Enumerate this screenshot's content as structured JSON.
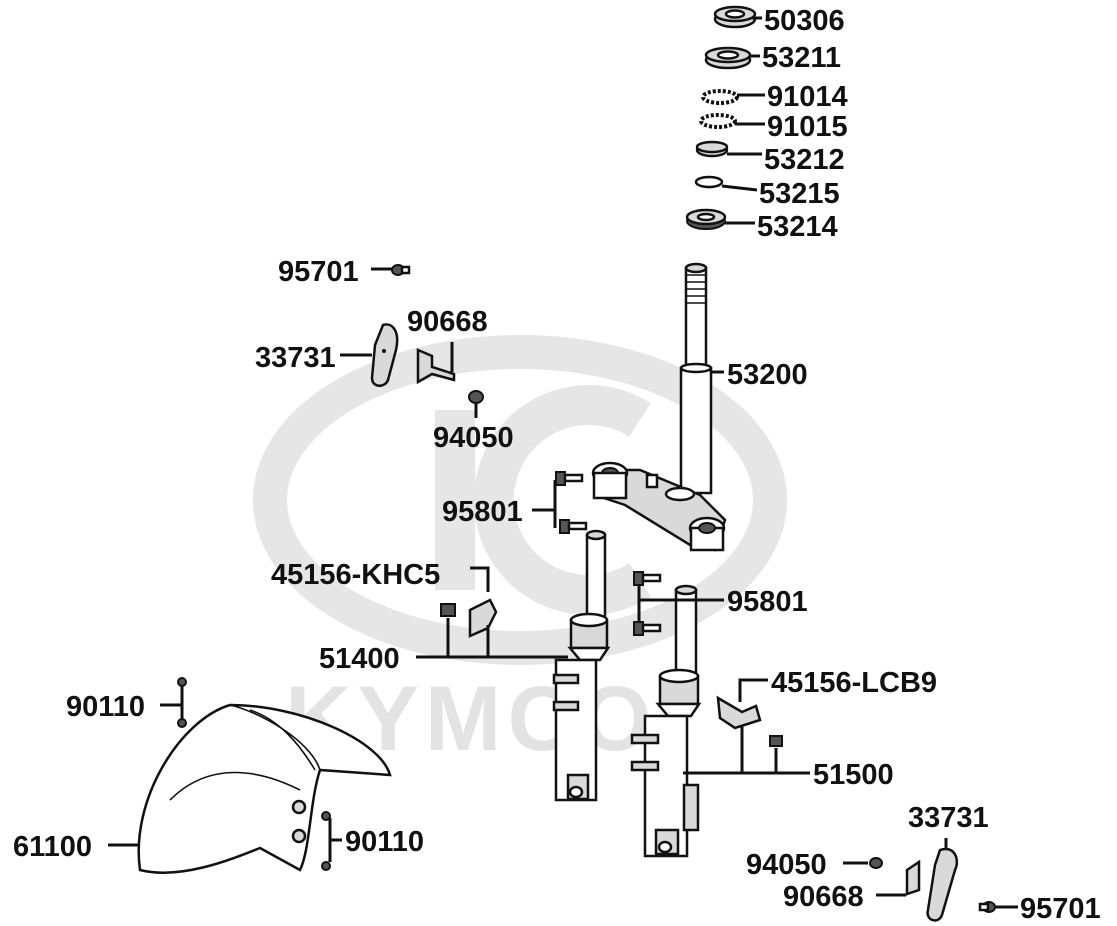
{
  "diagram": {
    "watermark": {
      "brand": "KYMCO"
    },
    "labels": {
      "p50306": "50306",
      "p53211": "53211",
      "p91014": "91014",
      "p91015": "91015",
      "p53212": "53212",
      "p53215": "53215",
      "p53214": "53214",
      "p95701a": "95701",
      "p90668a": "90668",
      "p33731a": "33731",
      "p53200": "53200",
      "p94050a": "94050",
      "p95801a": "95801",
      "p45156khc5": "45156-KHC5",
      "p95801b": "95801",
      "p51400": "51400",
      "p45156lcb9": "45156-LCB9",
      "p90110a": "90110",
      "p51500": "51500",
      "p33731b": "33731",
      "p61100": "61100",
      "p90110b": "90110",
      "p94050b": "94050",
      "p90668b": "90668",
      "p95701b": "95701"
    }
  }
}
